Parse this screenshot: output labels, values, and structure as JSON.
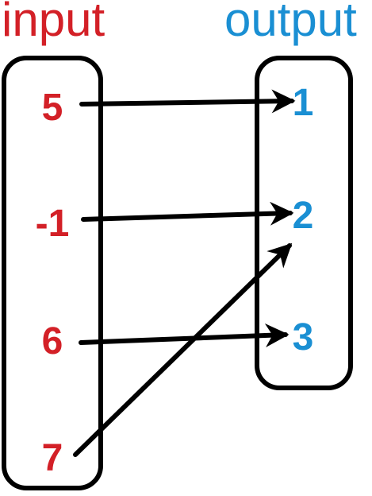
{
  "titles": {
    "input": "input",
    "output": "output"
  },
  "colors": {
    "input": "#d32027",
    "output": "#1a8fd3",
    "stroke": "#000000"
  },
  "inputs": [
    "5",
    "-1",
    "6",
    "7"
  ],
  "outputs": [
    "1",
    "2",
    "3"
  ],
  "mappings": [
    {
      "from": "5",
      "to": "1"
    },
    {
      "from": "-1",
      "to": "2"
    },
    {
      "from": "6",
      "to": "3"
    },
    {
      "from": "7",
      "to": "2"
    }
  ]
}
